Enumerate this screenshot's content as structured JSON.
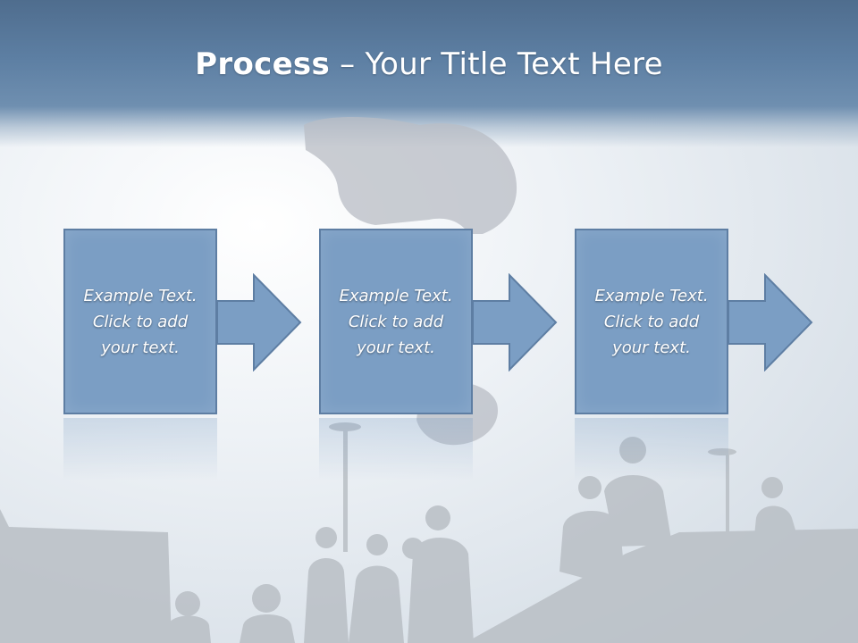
{
  "slide": {
    "title_bold": "Process",
    "title_rest": " – Your Title Text Here"
  },
  "steps": [
    {
      "text": "Example Text.\nClick  to add\nyour text."
    },
    {
      "text": "Example Text.\nClick  to add\nyour text."
    },
    {
      "text": "Example Text.\nClick  to add\nyour text."
    }
  ],
  "colors": {
    "header": "#5d7fa3",
    "box_fill": "#7b9ec4",
    "box_border": "#5e7ea3",
    "silhouette": "#b7bcc2"
  }
}
